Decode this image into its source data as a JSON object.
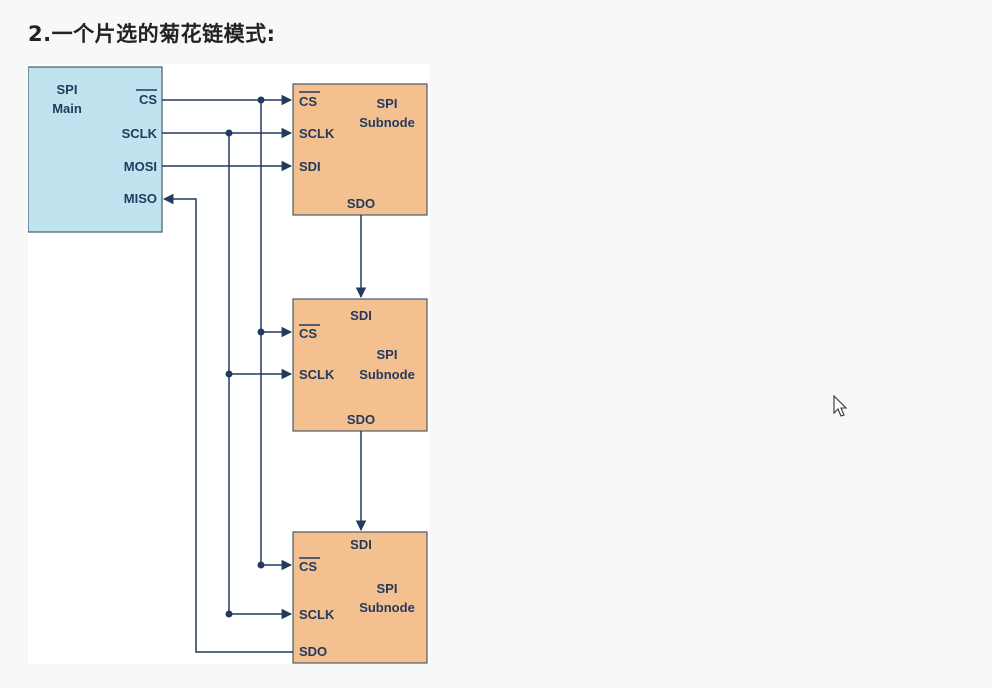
{
  "heading": "2.一个片选的菊花链模式:",
  "main": {
    "label_line1": "SPI",
    "label_line2": "Main",
    "pins": {
      "cs": "CS",
      "sclk": "SCLK",
      "mosi": "MOSI",
      "miso": "MISO"
    }
  },
  "subnodes": [
    {
      "label_line1": "SPI",
      "label_line2": "Subnode",
      "pins": {
        "cs": "CS",
        "sclk": "SCLK",
        "sdi": "SDI",
        "sdo": "SDO"
      }
    },
    {
      "label_line1": "SPI",
      "label_line2": "Subnode",
      "pins": {
        "sdi": "SDI",
        "cs": "CS",
        "sclk": "SCLK",
        "sdo": "SDO"
      }
    },
    {
      "label_line1": "SPI",
      "label_line2": "Subnode",
      "pins": {
        "sdi": "SDI",
        "cs": "CS",
        "sclk": "SCLK",
        "sdo": "SDO"
      }
    }
  ],
  "colors": {
    "main_fill": "#bfe4ef",
    "subnode_fill": "#f5c08f",
    "wire": "#233a5e",
    "box_stroke": "#4a5a6a"
  },
  "icons": {
    "cursor": "mouse-pointer-icon"
  }
}
